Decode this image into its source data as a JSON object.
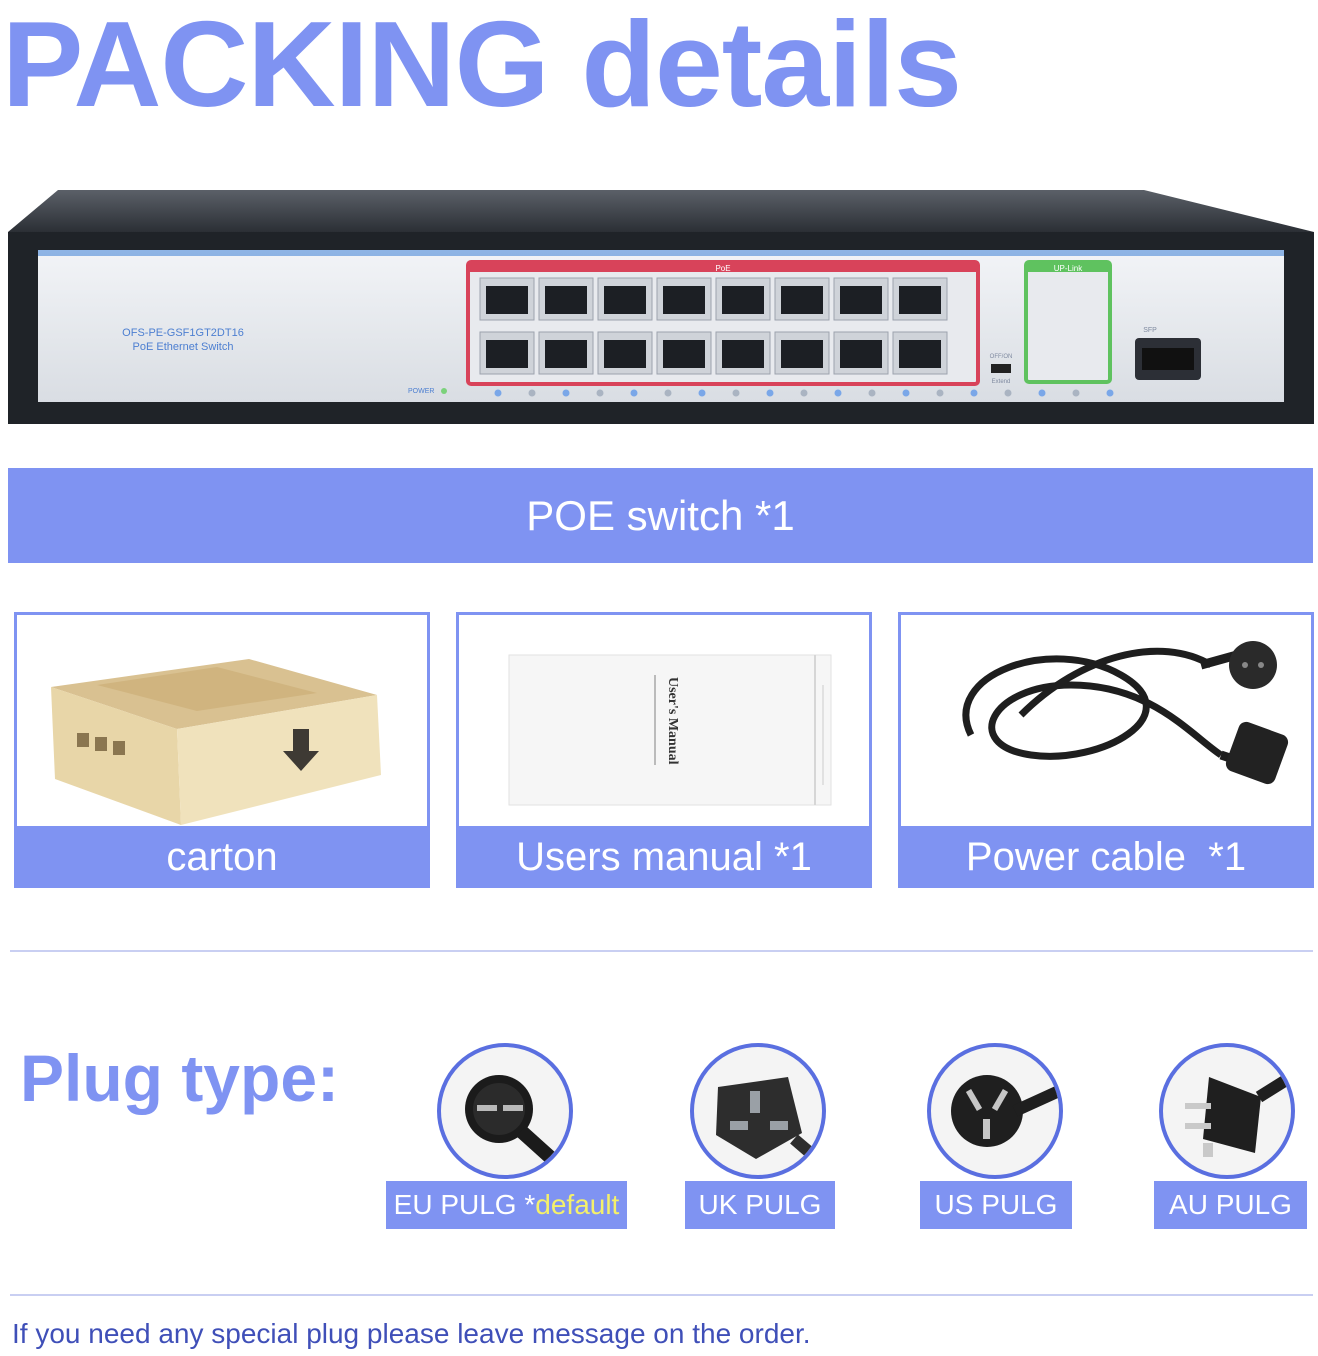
{
  "title": "PACKING details",
  "switch": {
    "model": "OFS-PE-GSF1GT2DT16",
    "subtitle": "PoE Ethernet Switch",
    "poe_label": "PoE",
    "uplink_label": "UP-Link",
    "sfp_label": "SFP",
    "power_label": "POWER",
    "extend_label": "Extend",
    "switch_label": "OFF/ON"
  },
  "main_item": {
    "label": "POE switch *1"
  },
  "items": [
    {
      "label": "carton",
      "icon": "carton-box-icon"
    },
    {
      "label": "Users manual *1",
      "icon": "manual-booklet-icon",
      "manual_title": "User's Manual"
    },
    {
      "label": "Power cable  *1",
      "icon": "power-cable-icon"
    }
  ],
  "plug_heading": "Plug type:",
  "plugs": [
    {
      "label": "EU PULG *",
      "extra": "default",
      "icon": "eu-plug-icon"
    },
    {
      "label": "UK PULG",
      "icon": "uk-plug-icon"
    },
    {
      "label": "US PULG",
      "icon": "us-plug-icon"
    },
    {
      "label": "AU PULG",
      "icon": "au-plug-icon"
    }
  ],
  "footnote": "If you need any special plug please leave message on the order.",
  "colors": {
    "accent": "#7f93f2",
    "poe_frame": "#d8435a",
    "uplink_frame": "#5fc25f"
  }
}
